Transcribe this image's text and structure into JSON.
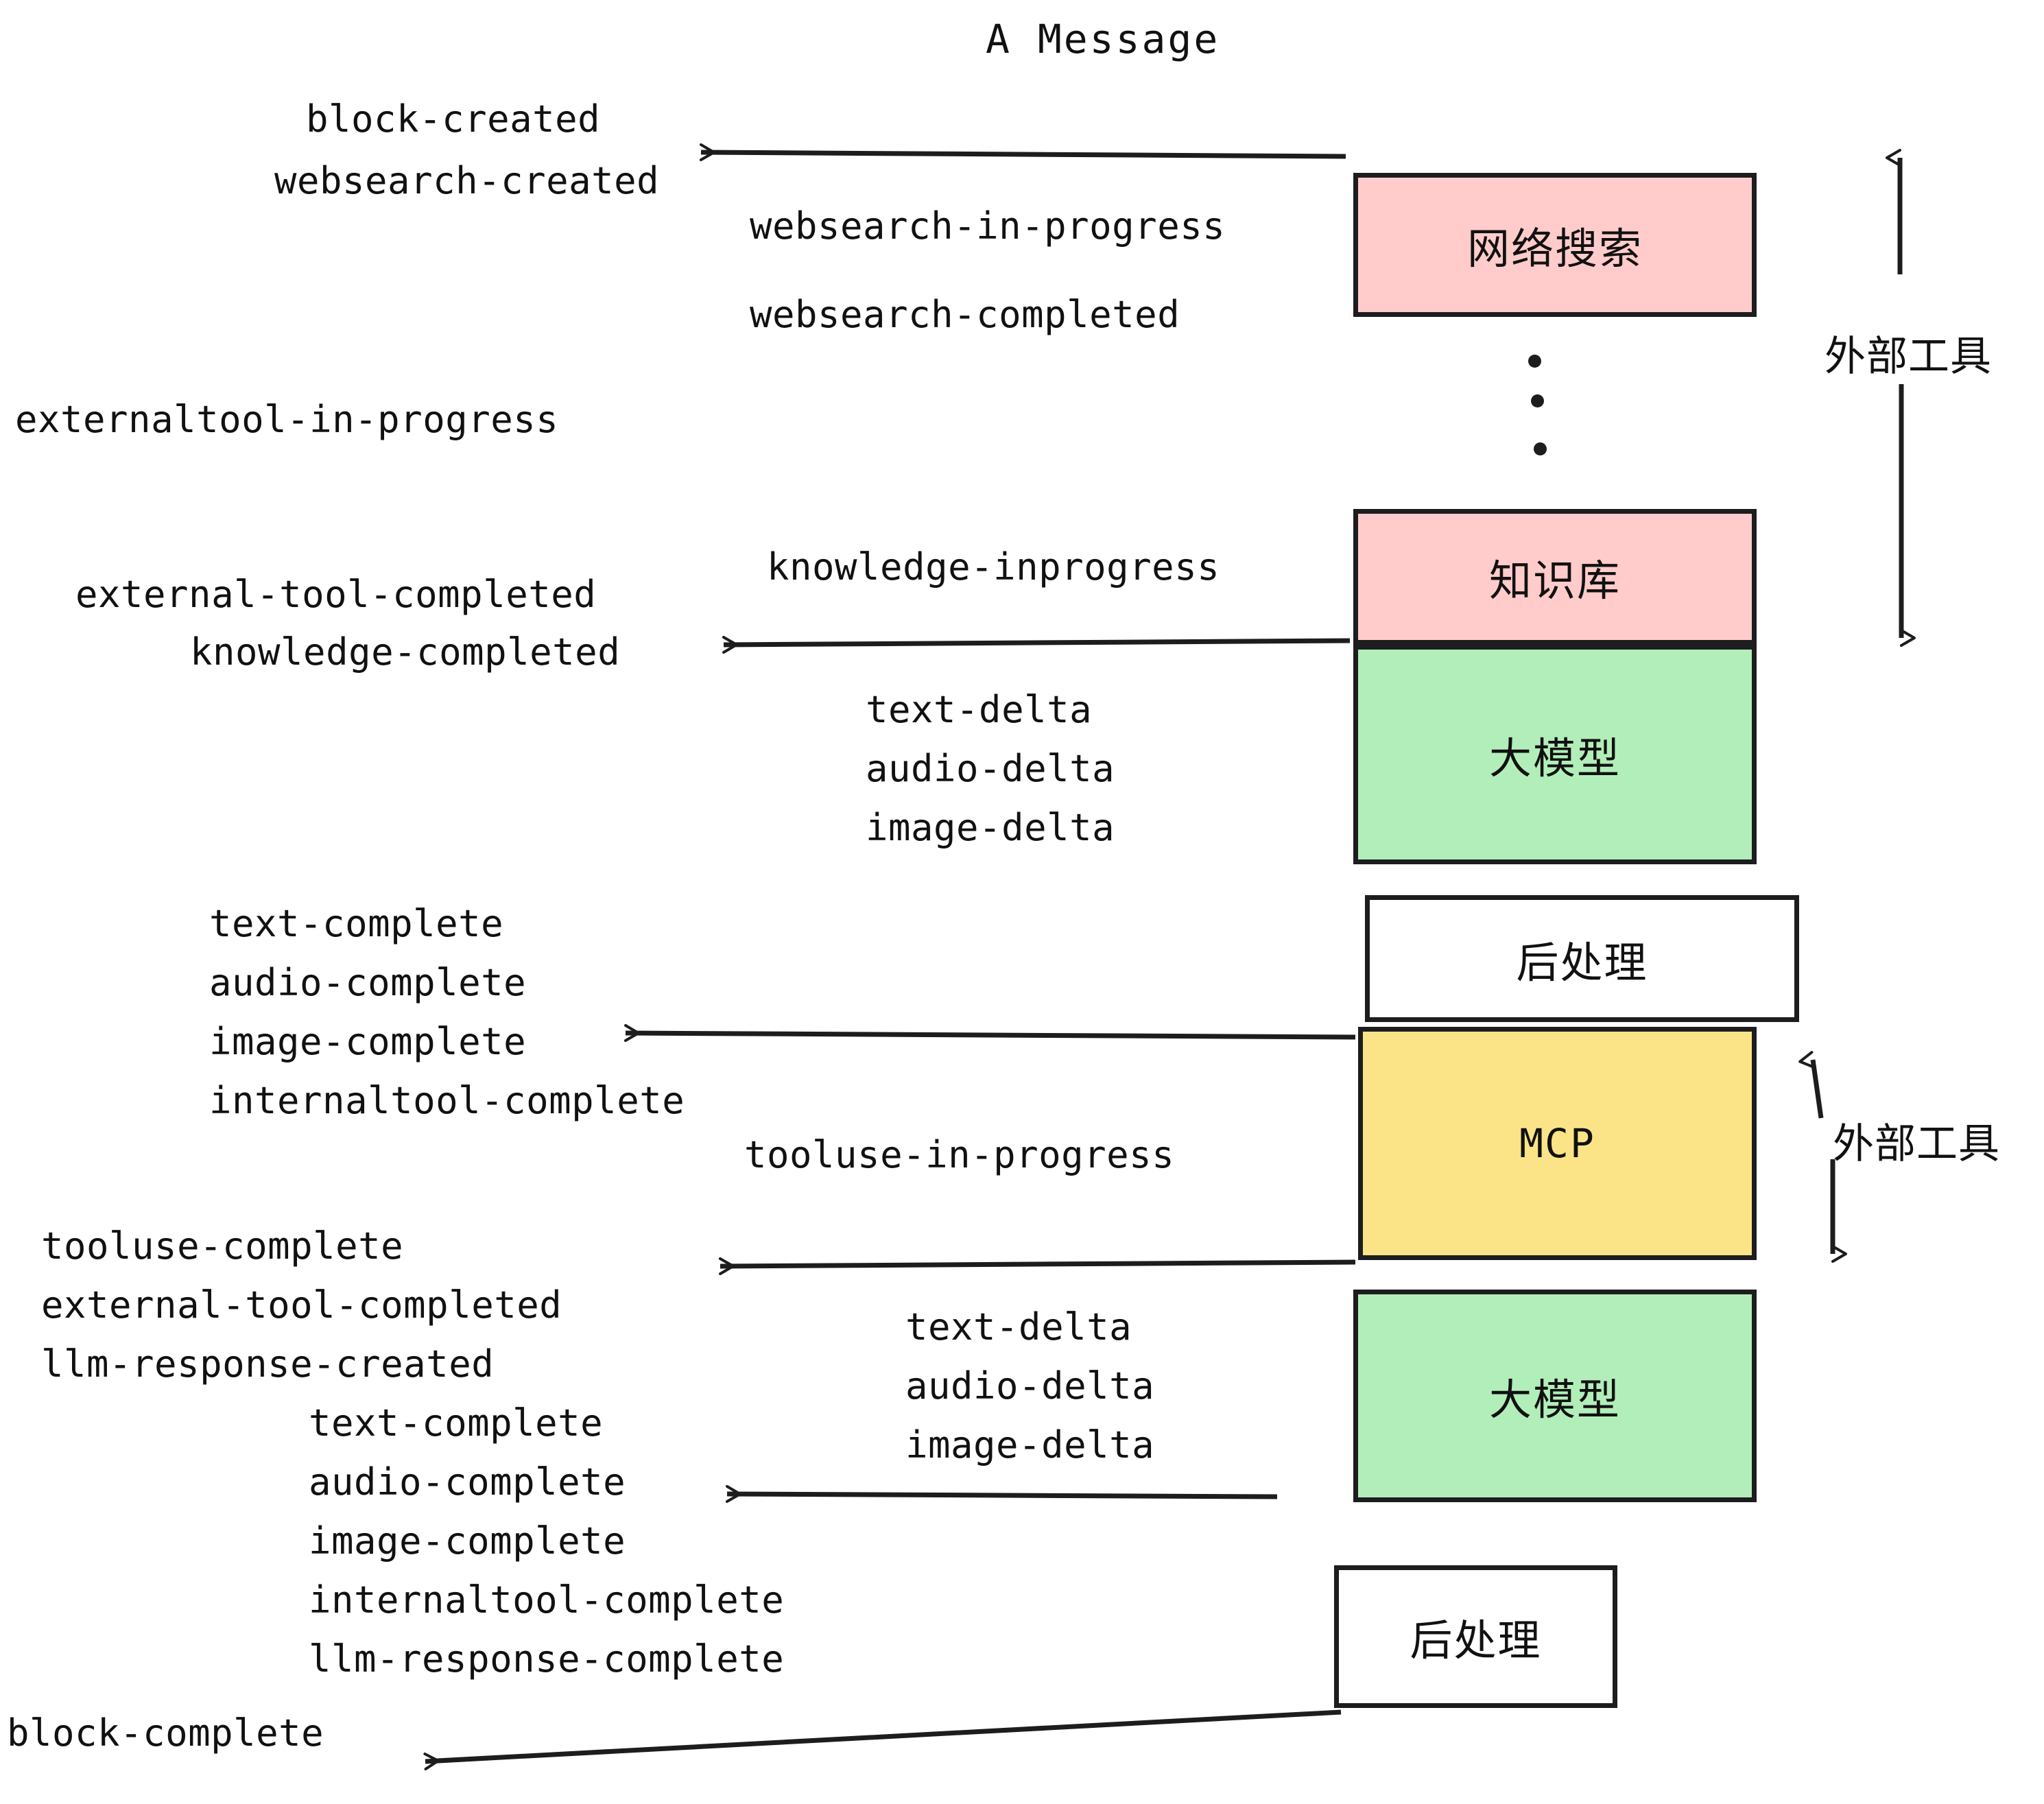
{
  "title": "A Message",
  "colors": {
    "pink": "#ffcccb",
    "green": "#b2eeb9",
    "yellow": "#fae487",
    "white": "#ffffff",
    "stroke": "#1d1d1f",
    "text": "#111111"
  },
  "nodes": [
    {
      "id": "websearch",
      "label": "网络搜索",
      "fill": "#ffcccb",
      "mono": false
    },
    {
      "id": "knowledge",
      "label": "知识库",
      "fill": "#ffcccb",
      "mono": false
    },
    {
      "id": "llm-top",
      "label": "大模型",
      "fill": "#b2eeb9",
      "mono": false
    },
    {
      "id": "postprocess-top",
      "label": "后处理",
      "fill": "#ffffff",
      "mono": false
    },
    {
      "id": "mcp",
      "label": "MCP",
      "fill": "#fae487",
      "mono": true
    },
    {
      "id": "llm-bottom",
      "label": "大模型",
      "fill": "#b2eeb9",
      "mono": false
    },
    {
      "id": "postprocess-bottom",
      "label": "后处理",
      "fill": "#ffffff",
      "mono": false
    }
  ],
  "group_labels": [
    {
      "id": "external-tools-top",
      "label": "外部工具"
    },
    {
      "id": "external-tools-bottom",
      "label": "外部工具"
    }
  ],
  "events": [
    {
      "id": "block-created",
      "label": "block-created"
    },
    {
      "id": "websearch-created",
      "label": "websearch-created"
    },
    {
      "id": "websearch-in-progress",
      "label": "websearch-in-progress"
    },
    {
      "id": "websearch-completed",
      "label": "websearch-completed"
    },
    {
      "id": "externaltool-in-progress",
      "label": "externaltool-in-progress"
    },
    {
      "id": "knowledge-inprogress",
      "label": "knowledge-inprogress"
    },
    {
      "id": "external-tool-completed-1",
      "label": "external-tool-completed"
    },
    {
      "id": "knowledge-completed",
      "label": "knowledge-completed"
    },
    {
      "id": "text-delta-1",
      "label": "text-delta"
    },
    {
      "id": "audio-delta-1",
      "label": "audio-delta"
    },
    {
      "id": "image-delta-1",
      "label": "image-delta"
    },
    {
      "id": "text-complete-1",
      "label": "text-complete"
    },
    {
      "id": "audio-complete-1",
      "label": "audio-complete"
    },
    {
      "id": "image-complete-1",
      "label": "image-complete"
    },
    {
      "id": "internaltool-complete-1",
      "label": "internaltool-complete"
    },
    {
      "id": "tooluse-in-progress",
      "label": "tooluse-in-progress"
    },
    {
      "id": "tooluse-complete",
      "label": "tooluse-complete"
    },
    {
      "id": "external-tool-completed-2",
      "label": "external-tool-completed"
    },
    {
      "id": "llm-response-created",
      "label": "llm-response-created"
    },
    {
      "id": "text-delta-2",
      "label": "text-delta"
    },
    {
      "id": "audio-delta-2",
      "label": "audio-delta"
    },
    {
      "id": "image-delta-2",
      "label": "image-delta"
    },
    {
      "id": "text-complete-2",
      "label": "text-complete"
    },
    {
      "id": "audio-complete-2",
      "label": "audio-complete"
    },
    {
      "id": "image-complete-2",
      "label": "image-complete"
    },
    {
      "id": "internaltool-complete-2",
      "label": "internaltool-complete"
    },
    {
      "id": "llm-response-complete",
      "label": "llm-response-complete"
    },
    {
      "id": "block-complete",
      "label": "block-complete"
    }
  ],
  "ellipsis_dots": 3
}
